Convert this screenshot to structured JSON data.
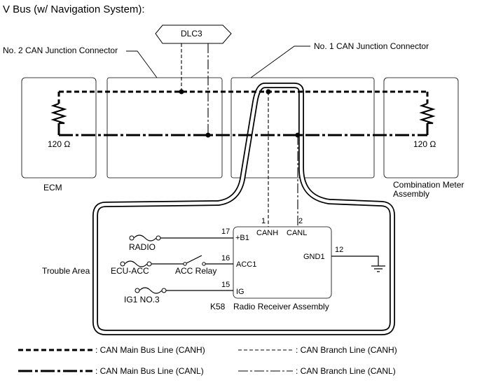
{
  "title": "V Bus (w/ Navigation System):",
  "components": {
    "dlc3": "DLC3",
    "no2_junction": "No. 2 CAN Junction Connector",
    "no1_junction": "No. 1 CAN Junction Connector",
    "ecm": "ECM",
    "combination_meter_line1": "Combination Meter",
    "combination_meter_line2": "Assembly",
    "radio_receiver": "Radio Receiver Assembly",
    "radio_receiver_code": "K58"
  },
  "resistors": {
    "left": "120 Ω",
    "right": "120 Ω"
  },
  "trouble_area": "Trouble Area",
  "pins": {
    "canh_num": "1",
    "canh_label": "CANH",
    "canl_num": "2",
    "canl_label": "CANL",
    "b1_num": "17",
    "b1_label": "+B1",
    "acc1_num": "16",
    "acc1_label": "ACC1",
    "ig_num": "15",
    "ig_label": "IG",
    "gnd1_num": "12",
    "gnd1_label": "GND1"
  },
  "fuses": {
    "radio": "RADIO",
    "ecu_acc": "ECU-ACC",
    "ig1_no3": "IG1 NO.3"
  },
  "relay": "ACC Relay",
  "legend": {
    "main_canh": ": CAN Main Bus Line (CANH)",
    "branch_canh": ": CAN Branch Line (CANH)",
    "main_canl": ": CAN Main Bus Line (CANL)",
    "branch_canl": ": CAN Branch Line (CANL)"
  }
}
